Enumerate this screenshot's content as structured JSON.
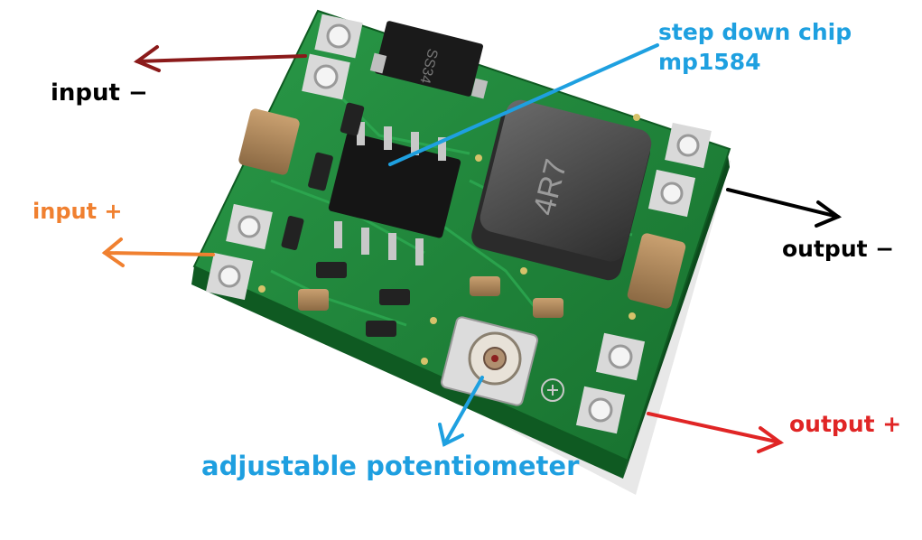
{
  "labels": {
    "input_minus": "input −",
    "input_plus": "input  +",
    "output_minus": "output −",
    "output_plus": "output +",
    "chip_line1": "step down chip",
    "chip_line2": "mp1584",
    "potentiometer": "adjustable potentiometer"
  },
  "board_markings": {
    "diode": "SS34",
    "inductor": "4R7"
  },
  "colors": {
    "pcb": "#1f8a3a",
    "input_minus_arrow": "#8b1a1a",
    "input_plus_arrow": "#f08030",
    "output_minus_arrow": "#000000",
    "output_plus_arrow": "#e02525",
    "chip_arrow": "#1ea0e0",
    "pot_arrow": "#1ea0e0"
  }
}
